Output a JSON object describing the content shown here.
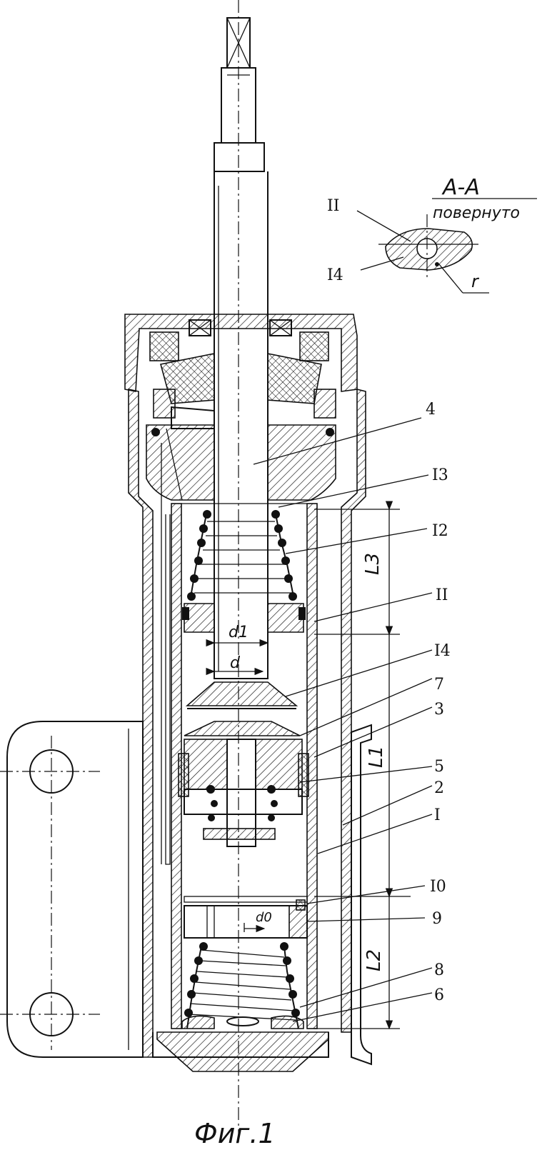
{
  "figure": {
    "caption": "Фиг.1",
    "section_title": "А-А",
    "section_note": "повернуто",
    "section_labels": [
      "II",
      "I4"
    ],
    "section_radius": "r"
  },
  "callouts": [
    "4",
    "I3",
    "I2",
    "II",
    "I4",
    "7",
    "3",
    "5",
    "2",
    "I",
    "I0",
    "9",
    "8",
    "6"
  ],
  "dimensions": {
    "L3": "L3",
    "L1": "L1",
    "L2": "L2",
    "d1": "d1",
    "d": "d",
    "d0": "d0"
  }
}
